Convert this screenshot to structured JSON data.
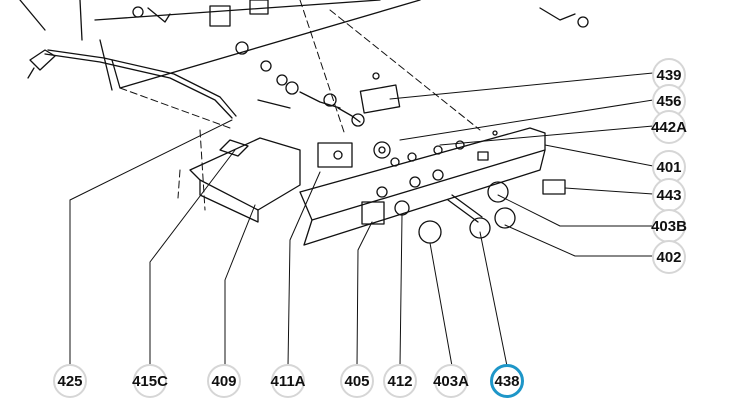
{
  "diagram": {
    "selected_part": "438",
    "highlight_color": "#1e96c8",
    "line_color": "#111111",
    "callouts": {
      "c439": "439",
      "c456": "456",
      "c442a": "442A",
      "c401": "401",
      "c443": "443",
      "c403b": "403B",
      "c402": "402",
      "c425": "425",
      "c415c": "415C",
      "c409": "409",
      "c411a": "411A",
      "c405": "405",
      "c412": "412",
      "c403a": "403A",
      "c438": "438"
    }
  }
}
